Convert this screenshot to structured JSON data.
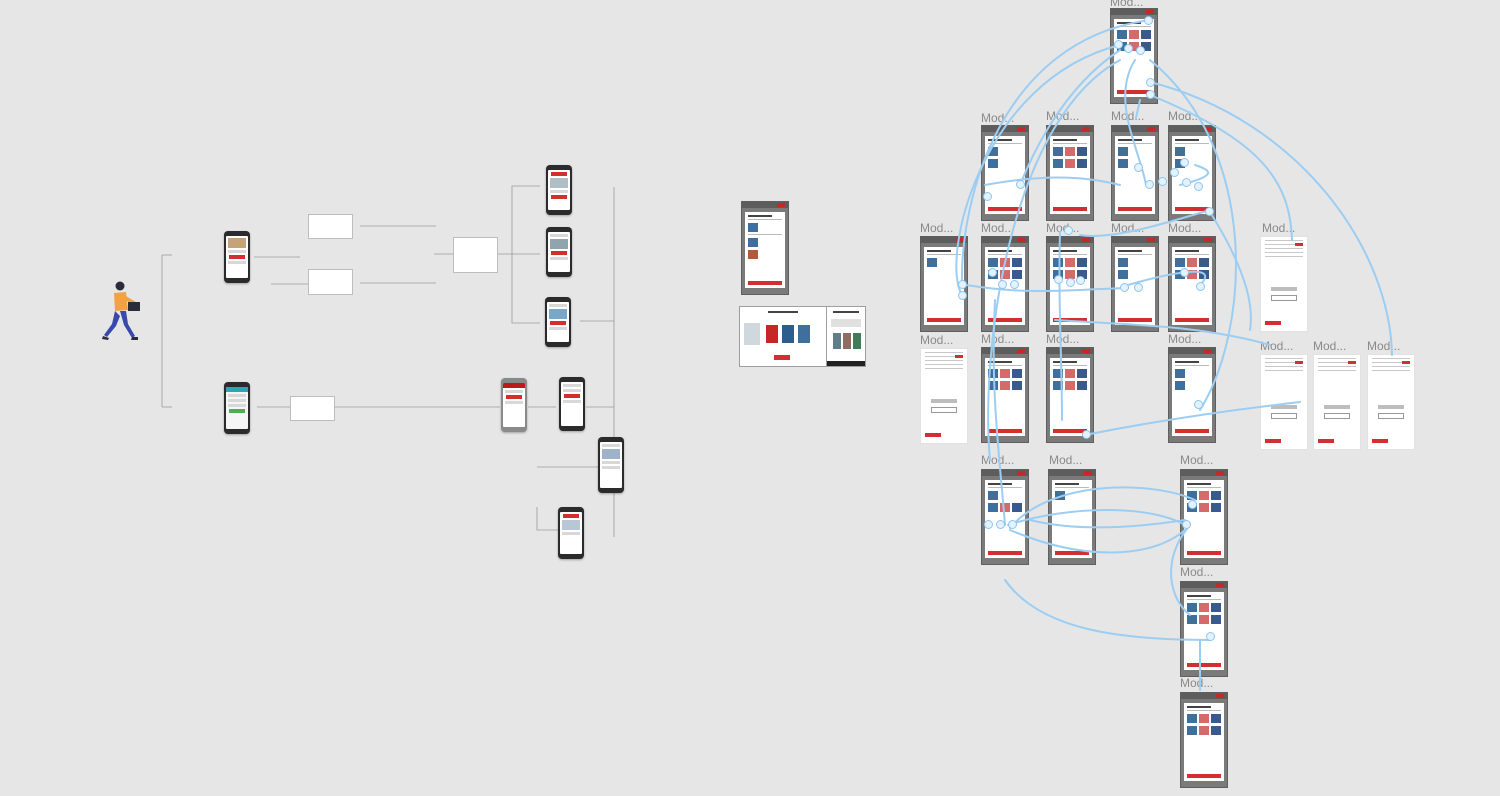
{
  "canvas": {
    "background": "#e6e6e6",
    "connector_color": "#9ccdf3",
    "accent_red": "#d32f2f"
  },
  "frames": {
    "label": "Mod...",
    "items": [
      "Mod...",
      "Mod...",
      "Mod...",
      "Mod...",
      "Mod...",
      "Mod...",
      "Mod...",
      "Mod...",
      "Mod...",
      "Mod...",
      "Mod...",
      "Mod...",
      "Mod...",
      "Mod...",
      "Mod...",
      "Mod...",
      "Mod...",
      "Mod...",
      "Mod...",
      "Mod...",
      "Mod...",
      "Mod...",
      "Mod..."
    ]
  },
  "icons": {
    "persona": "shopper-with-basket-icon",
    "node": "connector-node-icon"
  }
}
